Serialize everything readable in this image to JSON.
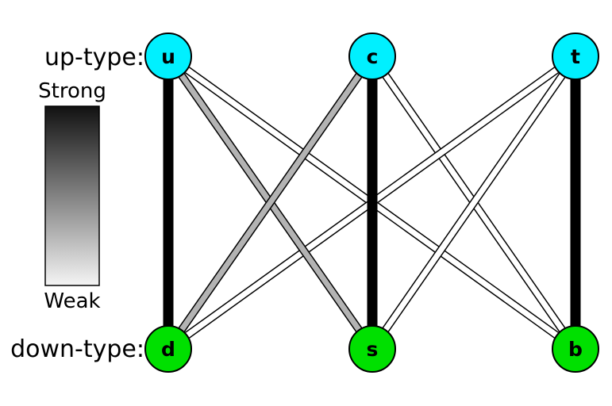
{
  "row_labels": {
    "up": "up-type:",
    "down": "down-type:"
  },
  "legend": {
    "strong": "Strong",
    "weak": "Weak",
    "gradient_top": "#111111",
    "gradient_bottom": "#f4f4f4"
  },
  "colors": {
    "up_node": "#00f0ff",
    "down_node": "#00e000",
    "outline": "#000000"
  },
  "up_quarks": [
    {
      "id": "u",
      "label": "u"
    },
    {
      "id": "c",
      "label": "c"
    },
    {
      "id": "t",
      "label": "t"
    }
  ],
  "down_quarks": [
    {
      "id": "d",
      "label": "d"
    },
    {
      "id": "s",
      "label": "s"
    },
    {
      "id": "b",
      "label": "b"
    }
  ],
  "couplings": [
    {
      "from": "u",
      "to": "d",
      "strength": 1.0
    },
    {
      "from": "u",
      "to": "s",
      "strength": 0.3
    },
    {
      "from": "u",
      "to": "b",
      "strength": 0.0
    },
    {
      "from": "c",
      "to": "d",
      "strength": 0.3
    },
    {
      "from": "c",
      "to": "s",
      "strength": 1.0
    },
    {
      "from": "c",
      "to": "b",
      "strength": 0.0
    },
    {
      "from": "t",
      "to": "d",
      "strength": 0.0
    },
    {
      "from": "t",
      "to": "s",
      "strength": 0.0
    },
    {
      "from": "t",
      "to": "b",
      "strength": 1.0
    }
  ]
}
